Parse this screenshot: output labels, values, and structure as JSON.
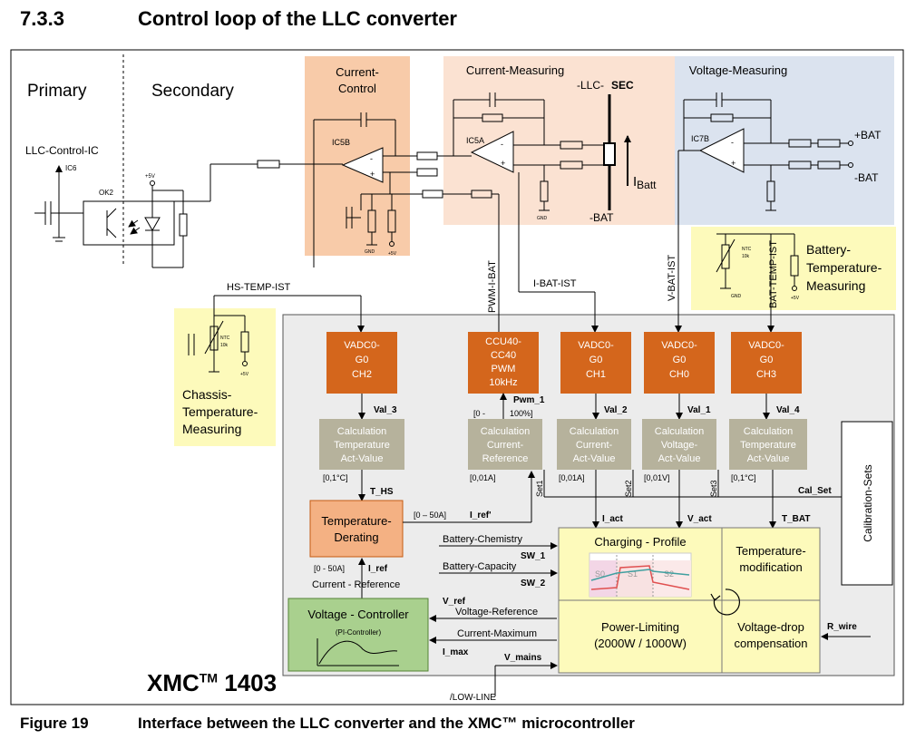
{
  "section": {
    "number": "7.3.3",
    "title": "Control loop of the LLC converter"
  },
  "figure": {
    "label": "Figure 19",
    "caption": "Interface between the LLC converter and the XMC™ microcontroller"
  },
  "regions": {
    "primary": "Primary",
    "secondary": "Secondary",
    "current_control": [
      "Current-",
      "Control"
    ],
    "current_measuring": "Current-Measuring",
    "voltage_measuring": "Voltage-Measuring",
    "battery_temp": [
      "Battery-",
      "Temperature-",
      "Measuring"
    ],
    "chassis_temp": [
      "Chassis-",
      "Temperature-",
      "Measuring"
    ]
  },
  "components": {
    "llc_ic": "LLC-Control-IC",
    "ic6": "IC6",
    "ok2": "OK2",
    "ic5b": "IC5B",
    "ic5a": "IC5A",
    "ic7b": "IC7B",
    "llc_sec_prefix": "-LLC-",
    "llc_sec": "SEC",
    "minus_bat": "-BAT",
    "plus_bat": "+BAT",
    "minus_bat2": "-BAT",
    "ibatt": "I",
    "ibatt_sub": "Batt",
    "gnd": "GND",
    "v5": "+5V",
    "ntc": "NTC",
    "ntc_val": "10k"
  },
  "signals": {
    "hs_temp": "HS-TEMP-IST",
    "pwm_i_bat": "PWM-I-BAT",
    "i_bat_ist": "I-BAT-IST",
    "v_bat_ist": "V-BAT-IST",
    "bat_temp_ist": "BAT-TEMP-IST",
    "low_line": "/LOW-LINE"
  },
  "xmc": {
    "name": "XMC",
    "tm": "TM",
    "model": "1403"
  },
  "blocks": {
    "vadc2": [
      "VADC0-",
      "G0",
      "CH2"
    ],
    "ccu": [
      "CCU40-",
      "CC40",
      "PWM",
      "10kHz"
    ],
    "vadc1": [
      "VADC0-",
      "G0",
      "CH1"
    ],
    "vadc0": [
      "VADC0-",
      "G0",
      "CH0"
    ],
    "vadc3": [
      "VADC0-",
      "G0",
      "CH3"
    ],
    "calc_temp_hs": [
      "Calculation",
      "Temperature",
      "Act-Value"
    ],
    "calc_cur_ref": [
      "Calculation",
      "Current-",
      "Reference"
    ],
    "calc_cur_act": [
      "Calculation",
      "Current-",
      "Act-Value"
    ],
    "calc_volt_act": [
      "Calculation",
      "Voltage-",
      "Act-Value"
    ],
    "calc_temp_bat": [
      "Calculation",
      "Temperature",
      "Act-Value"
    ],
    "temp_derating": [
      "Temperature-",
      "Derating"
    ],
    "charging_profile": "Charging - Profile",
    "temp_mod": [
      "Temperature-",
      "modification"
    ],
    "power_limiting": [
      "Power-Limiting",
      "(2000W / 1000W)"
    ],
    "vdrop": [
      "Voltage-drop",
      "compensation"
    ],
    "voltage_controller": "Voltage - Controller",
    "pi_controller": "(PI-Controller)",
    "calibration": "Calibration-Sets",
    "profile_s0": "S0",
    "profile_s1": "S1",
    "profile_s2": "S2"
  },
  "labels": {
    "val3": "Val_3",
    "val2": "Val_2",
    "val1": "Val_1",
    "val4": "Val_4",
    "pwm1": "Pwm_1",
    "pwm_range_a": "[0 -",
    "pwm_range_b": "100%]",
    "unit_c": "[0,1°C]",
    "unit_a1": "[0,01A]",
    "unit_a2": "[0,01A]",
    "unit_v": "[0,01V]",
    "unit_c2": "[0,1°C]",
    "t_hs": "T_HS",
    "range_50a": "[0 – 50A]",
    "i_ref_p": "I_ref'",
    "set1": "Set1",
    "set2": "Set2",
    "set3": "Set3",
    "cal_set": "Cal_Set",
    "i_act": "I_act",
    "v_act": "V_act",
    "t_bat": "T_BAT",
    "bat_chem": "Battery-Chemistry",
    "sw1": "SW_1",
    "bat_cap": "Battery-Capacity",
    "sw2": "SW_2",
    "range_50a2": "[0 - 50A]",
    "i_ref": "I_ref",
    "cur_ref": "Current - Reference",
    "v_ref": "V_ref",
    "volt_ref": "Voltage-Reference",
    "cur_max": "Current-Maximum",
    "i_max": "I_max",
    "v_mains": "V_mains",
    "r_wire": "R_wire"
  },
  "colors": {
    "orange_bg": "#f8cba9",
    "peach_bg": "#fbe2d2",
    "blue_bg": "#dbe3ef",
    "yellow_bg": "#fdfabb",
    "mcu_bg": "#ececec",
    "adc": "#d4661c",
    "calc": "#b6b29c",
    "derating": "#f4b183",
    "vctrl": "#a9d08e",
    "yellow_block": "#fdfabb"
  }
}
